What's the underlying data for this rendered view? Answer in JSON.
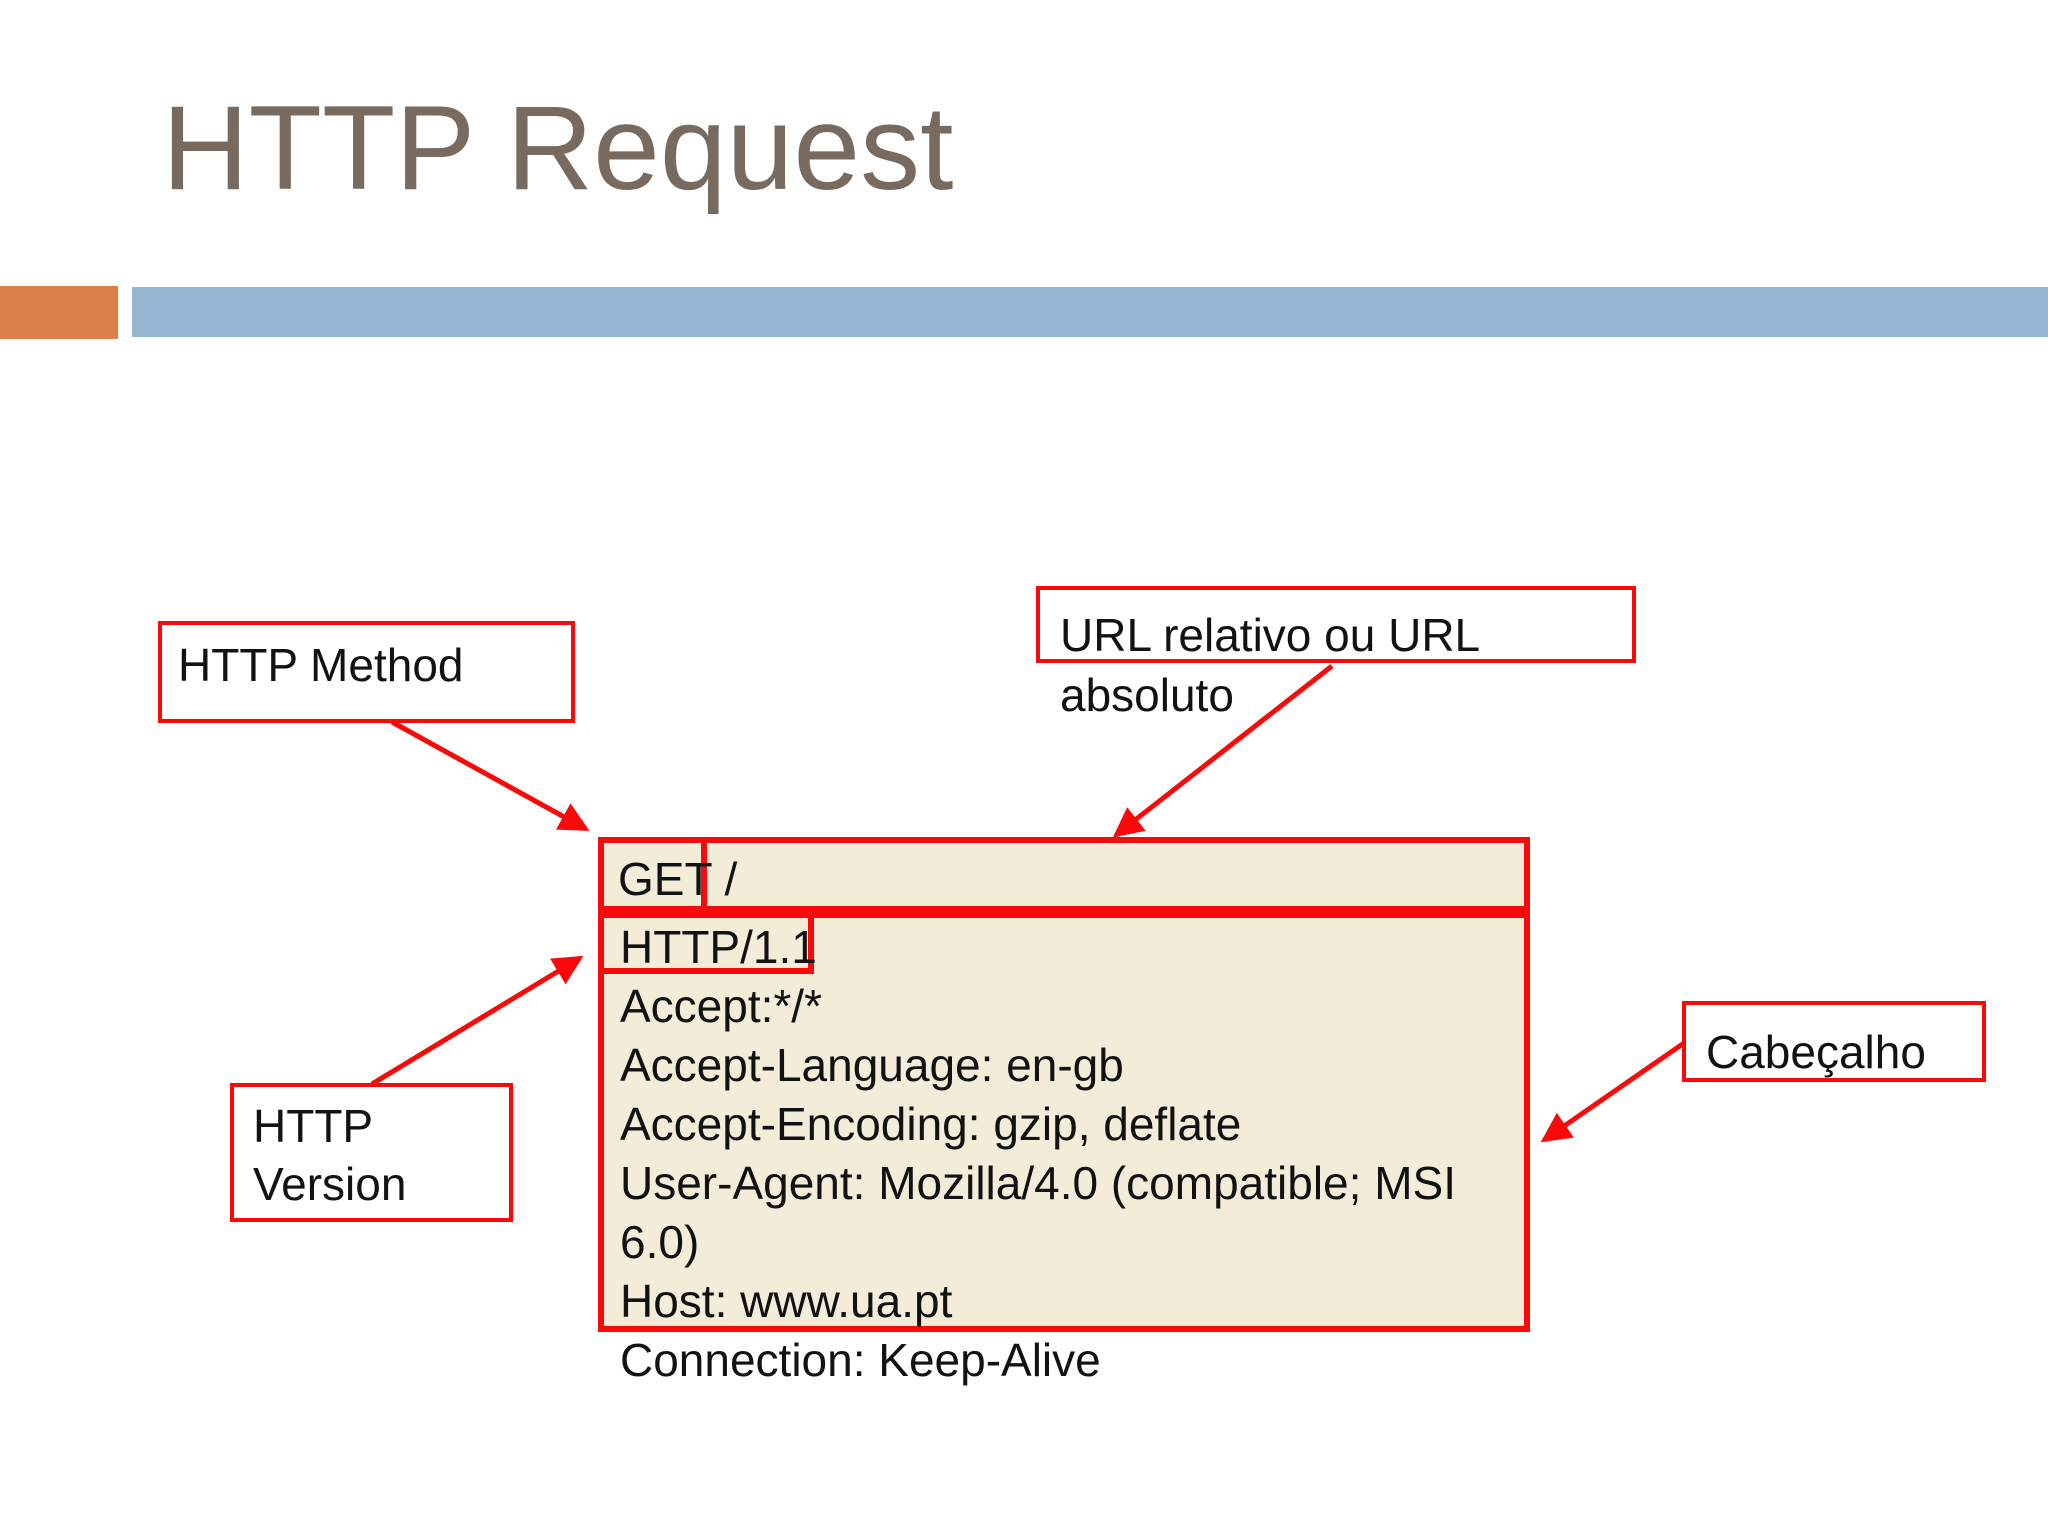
{
  "slide": {
    "title": "HTTP Request"
  },
  "theme": {
    "title_color": "#796a5f",
    "bar_blue": "#94b6d2",
    "bar_orange": "#dd8047",
    "box_fill": "#f3ecd9",
    "annotation_red": "#f90909",
    "text_black": "#121212"
  },
  "labels": {
    "http_method": "HTTP Method",
    "url": "URL relativo ou URL absoluto",
    "http_version": "HTTP Version",
    "cabecalho": "Cabeçalho"
  },
  "request": {
    "request_line": "GET /",
    "header_lines": [
      "HTTP/1.1",
      "Accept:*/*",
      "Accept-Language: en-gb",
      "Accept-Encoding: gzip, deflate",
      "User-Agent: Mozilla/4.0 (compatible; MSI",
      "6.0)",
      "Host: www.ua.pt",
      "Connection: Keep-Alive"
    ]
  }
}
